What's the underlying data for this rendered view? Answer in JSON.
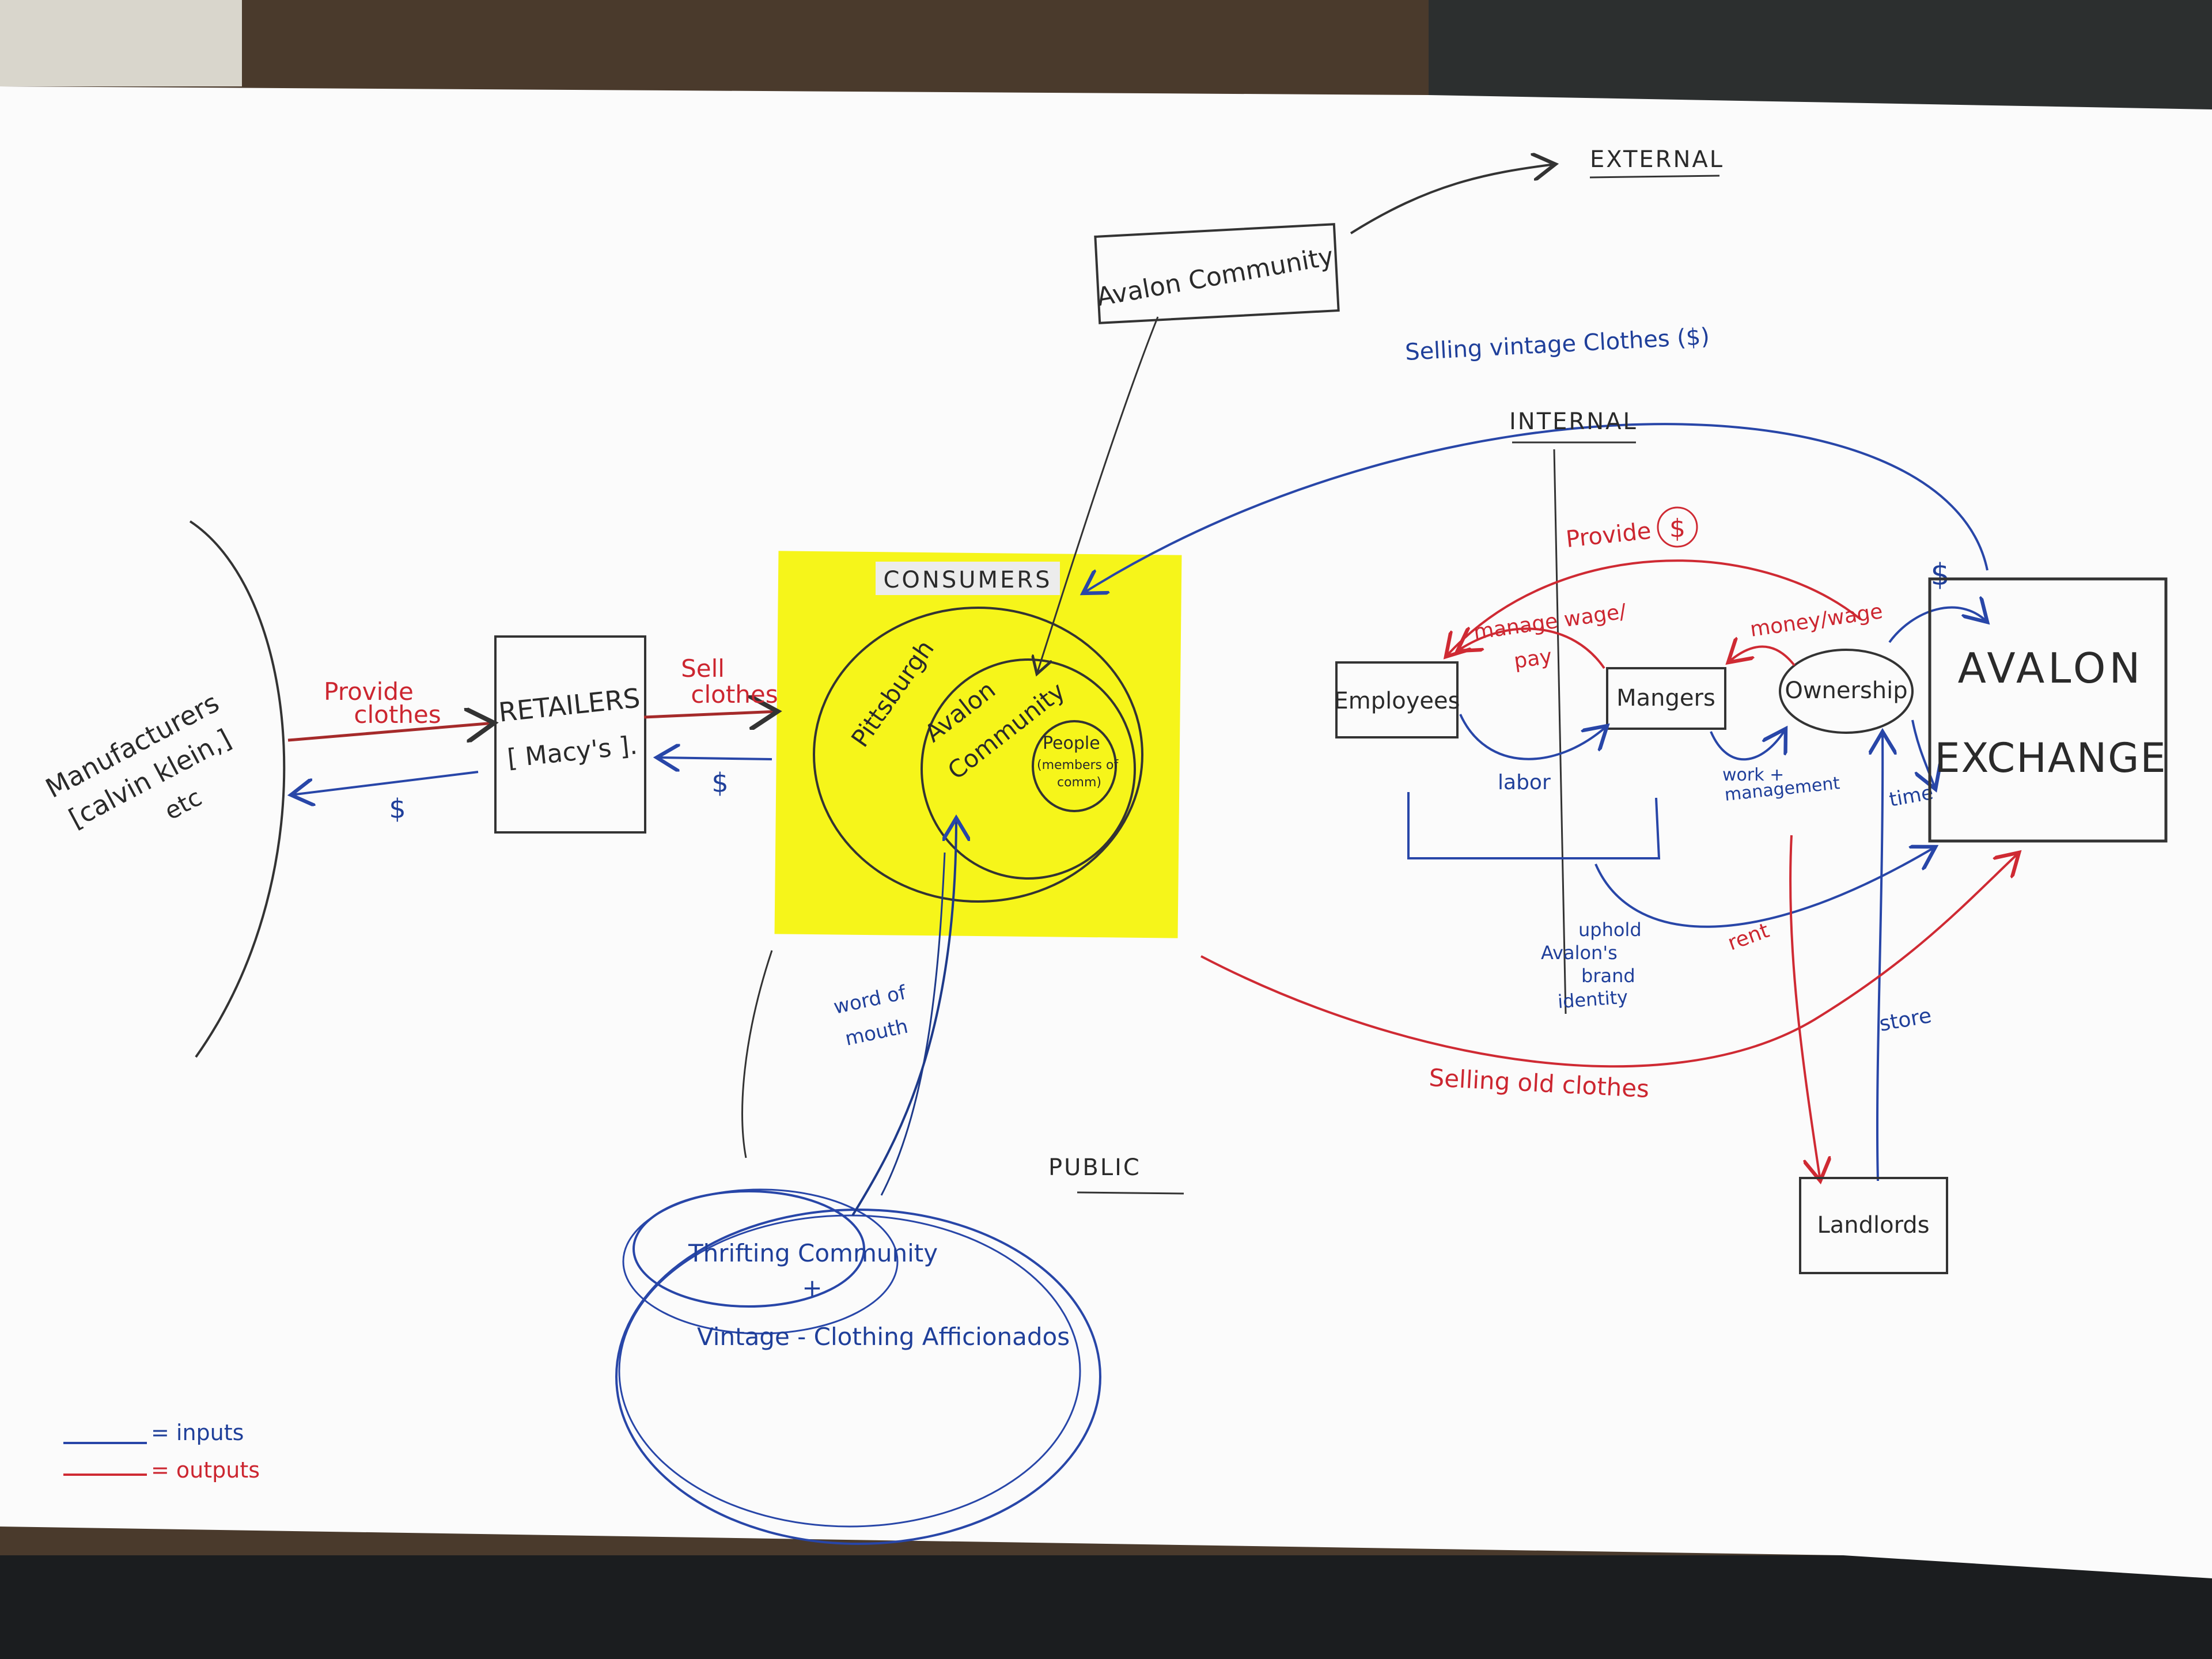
{
  "colors": {
    "paper": "#fbfbfb",
    "sticky_note": "#f6f51a",
    "ink_black": "#2a2a2a",
    "ink_blue": "#1f3f9a",
    "ink_red": "#cc2630",
    "desk": "#4a3a2c"
  },
  "nodes": {
    "manufacturers": {
      "line1": "Manufacturers",
      "line2": "[calvin klein,]",
      "line3": "etc"
    },
    "retailers": {
      "line1": "RETAILERS",
      "line2": "[ Macy's ]."
    },
    "consumers": {
      "title": "CONSUMERS",
      "ring_outer": "Pittsburgh",
      "ring_middle_1": "Avalon",
      "ring_middle_2": "Community",
      "ring_inner_1": "People",
      "ring_inner_2": "(members of",
      "ring_inner_3": "comm)"
    },
    "avalon_community_top": "Avalon Community",
    "external_label": "EXTERNAL",
    "internal_label": "INTERNAL",
    "public_label": "PUBLIC",
    "employees": "Employees",
    "managers": "Mangers",
    "ownership": "Ownership",
    "avalon_exchange": {
      "line1": "AVALON",
      "line2": "EXCHANGE"
    },
    "landlords": "Landlords",
    "thrifting": {
      "line1": "Thrifting Community",
      "line2": "+",
      "line3": "Vintage - Clothing Afficionados"
    }
  },
  "edges": {
    "provide_clothes": {
      "line1": "Provide",
      "line2": "clothes"
    },
    "dollar_to_manufacturers": "$",
    "sell_clothes": {
      "line1": "Sell",
      "line2": "clothes"
    },
    "dollar_to_retailers": "$",
    "selling_vintage": "Selling vintage Clothes ($)",
    "provide_dollar": {
      "label": "Provide",
      "symbol": "$"
    },
    "dollar_avalon": "$",
    "manage_wage_pay": {
      "line1": "manage wage/",
      "line2": "pay"
    },
    "money_wage": "money/wage",
    "labor": "labor",
    "work_management": {
      "line1": "work +",
      "line2": "management"
    },
    "time": "time",
    "uphold_brand": {
      "line1": "uphold",
      "line2": "Avalon's",
      "line3": "brand",
      "line4": "identity"
    },
    "rent": "rent",
    "store": "store",
    "selling_old_clothes": "Selling old clothes",
    "word_of_mouth": {
      "line1": "word of",
      "line2": "mouth"
    }
  },
  "legend": {
    "inputs": "= inputs",
    "outputs": "= outputs"
  }
}
